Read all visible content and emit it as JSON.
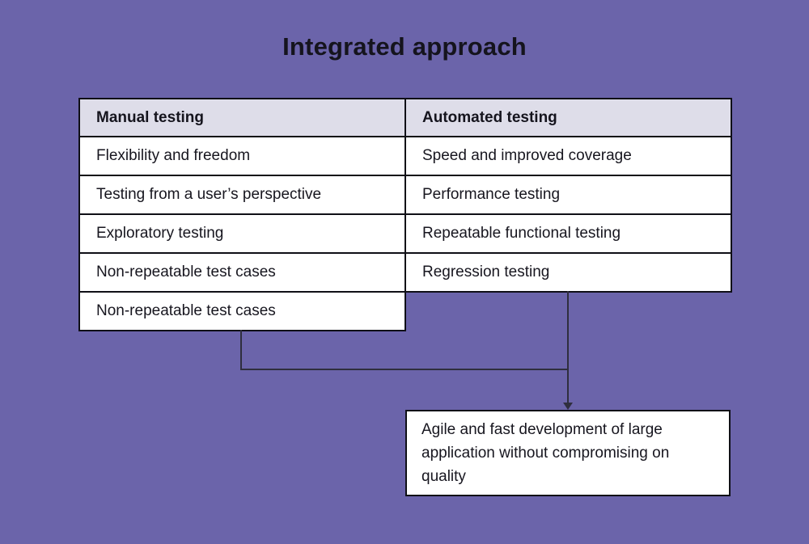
{
  "title": "Integrated approach",
  "colors": {
    "background": "#6b64aa",
    "header_fill": "#dedde9",
    "cell_fill": "#ffffff",
    "table_border": "#0f0f16",
    "connector": "#2f2e3e",
    "text": "#17161f"
  },
  "table": {
    "headers": [
      {
        "label": "Manual testing"
      },
      {
        "label": "Automated testing"
      }
    ],
    "rows": [
      {
        "manual": "Flexibility and freedom",
        "automated": "Speed and improved coverage"
      },
      {
        "manual": "Testing from a user’s perspective",
        "automated": "Performance testing"
      },
      {
        "manual": "Exploratory testing",
        "automated": "Repeatable functional testing"
      },
      {
        "manual": "Non-repeatable test cases",
        "automated": "Regression testing"
      }
    ],
    "extra_manual_cell": "Non-repeatable test cases"
  },
  "result_box": {
    "text": "Agile and fast development of large application without compromising on quality"
  }
}
